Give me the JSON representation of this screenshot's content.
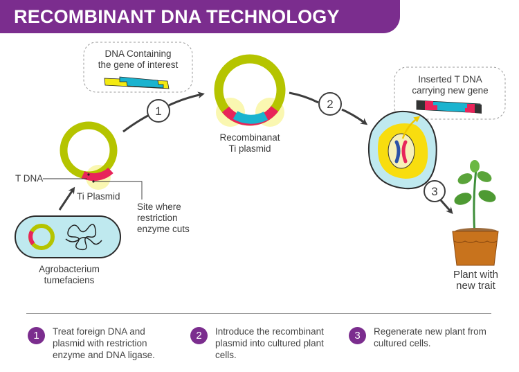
{
  "header": {
    "title": "RECOMBINANT DNA TECHNOLOGY"
  },
  "colors": {
    "banner": "#7b2d8e",
    "plasmid_ring": "#b5c400",
    "tdna_red": "#e8245a",
    "gene_cyan": "#1ab3cf",
    "gene_yellow": "#f3ea12",
    "cell_outer": "#bfe9ef",
    "cell_middle": "#f8dd0f",
    "nucleus": "#f7f0b8",
    "arrow": "#3d3d3d"
  },
  "labels": {
    "dna_callout": [
      "DNA Containing",
      "the gene of interest"
    ],
    "t_dna": "T DNA",
    "ti_plasmid": "Ti Plasmid",
    "cut_site": [
      "Site where",
      "restriction",
      "enzyme cuts"
    ],
    "bacterium": [
      "Agrobacterium",
      "tumefaciens"
    ],
    "recombinant": [
      "Recombinanat",
      "Ti plasmid"
    ],
    "inserted_callout": [
      "Inserted T DNA",
      "carrying new gene"
    ],
    "plant": [
      "Plant with",
      "new trait"
    ]
  },
  "step_markers": [
    "1",
    "2",
    "3"
  ],
  "steps": [
    {
      "number": "1",
      "lines": [
        "Treat foreign DNA and",
        "plasmid with restriction",
        "enzyme and DNA ligase."
      ]
    },
    {
      "number": "2",
      "lines": [
        "Introduce the recombinant",
        "plasmid into cultured plant",
        "cells."
      ]
    },
    {
      "number": "3",
      "lines": [
        "Regenerate new plant from",
        "cultured cells."
      ]
    }
  ]
}
